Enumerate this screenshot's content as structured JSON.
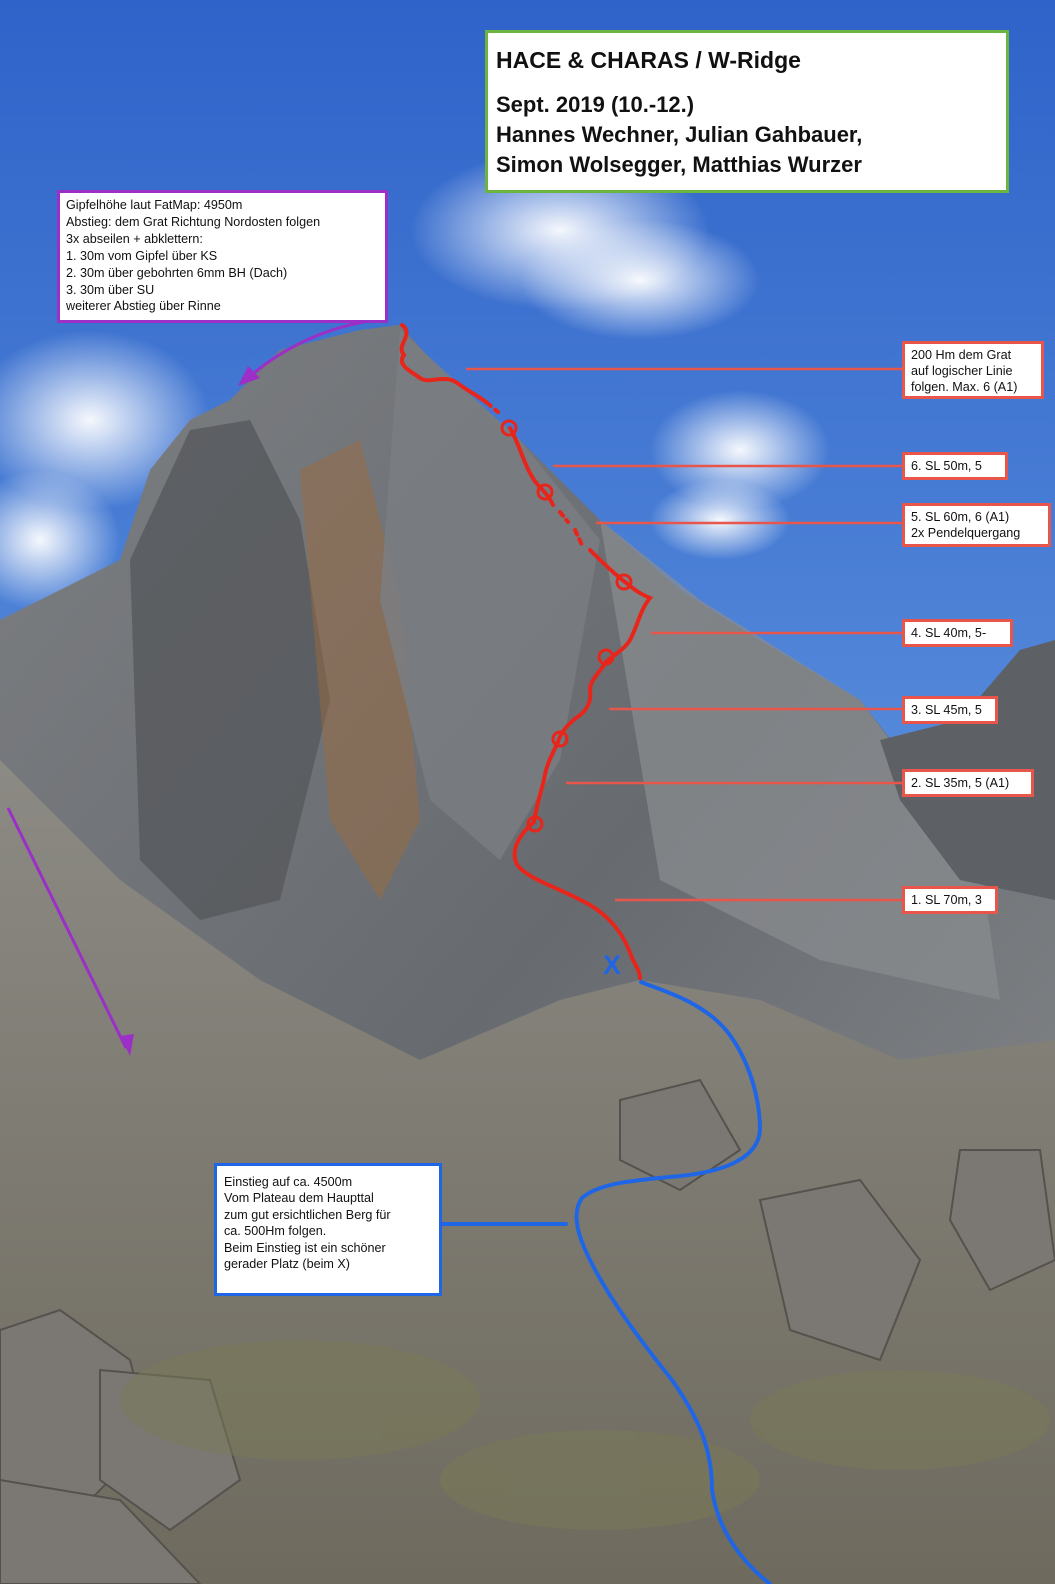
{
  "title_box": {
    "title": "HACE & CHARAS / W-Ridge",
    "lines": [
      "Sept. 2019 (10.-12.)",
      "Hannes Wechner, Julian Gahbauer,",
      "Simon Wolsegger, Matthias Wurzer"
    ]
  },
  "descent_box": {
    "lines": [
      "Gipfelhöhe laut FatMap: 4950m",
      "Abstieg: dem Grat Richtung Nordosten folgen",
      "3x abseilen + abklettern:",
      "1.  30m vom Gipfel über KS",
      "2. 30m über gebohrten 6mm BH (Dach)",
      "3. 30m über SU",
      "weiterer Abstieg über Rinne"
    ]
  },
  "pitches": [
    {
      "lines": [
        "200 Hm dem Grat",
        "auf logischer Linie",
        "folgen. Max. 6 (A1)"
      ]
    },
    {
      "lines": [
        "6. SL 50m, 5"
      ]
    },
    {
      "lines": [
        "5. SL 60m, 6 (A1)",
        "2x Pendelquergang"
      ]
    },
    {
      "lines": [
        "4. SL 40m, 5-"
      ]
    },
    {
      "lines": [
        "3. SL 45m, 5"
      ]
    },
    {
      "lines": [
        "2. SL 35m, 5 (A1)"
      ]
    },
    {
      "lines": [
        "1. SL 70m, 3"
      ]
    }
  ],
  "approach_box": {
    "lines": [
      "Einstieg auf ca. 4500m",
      "Vom Plateau dem Haupttal",
      "zum gut ersichtlichen Berg für",
      "ca. 500Hm folgen.",
      "Beim Einstieg ist ein schöner",
      "gerader Platz (beim X)"
    ]
  },
  "start_marker": "X",
  "colors": {
    "route_line": "#e8251b",
    "pitch_box_border": "#e8564b",
    "approach_line": "#1f66e6",
    "descent_arrow": "#9b2fc7",
    "title_border": "#6ab43f",
    "sky": "#3f79d6",
    "rock": "#6f7378"
  }
}
